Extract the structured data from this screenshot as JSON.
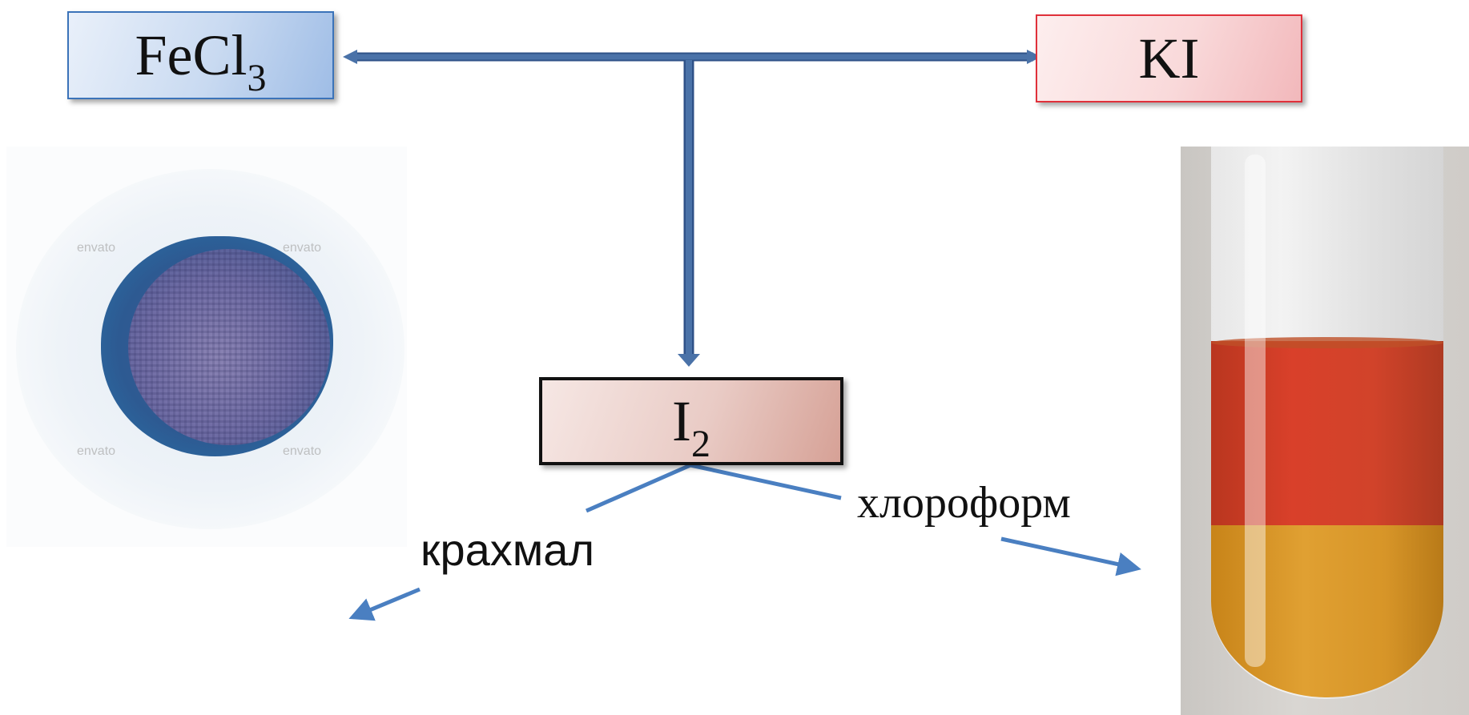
{
  "boxes": {
    "fecl3": {
      "main": "FeCl",
      "sub": "3"
    },
    "ki": {
      "main": "KI"
    },
    "i2": {
      "main": "I",
      "sub": "2"
    }
  },
  "labels": {
    "chloroform": "хлороформ",
    "starch": "крахмал"
  },
  "starch_photo": {
    "watermark": "envato"
  },
  "colors": {
    "arrow": "#4a72a8",
    "branch_line": "#4a7fc1",
    "fecl3_border": "#3b73b9",
    "ki_border": "#e0303a",
    "i2_border": "#111111"
  }
}
